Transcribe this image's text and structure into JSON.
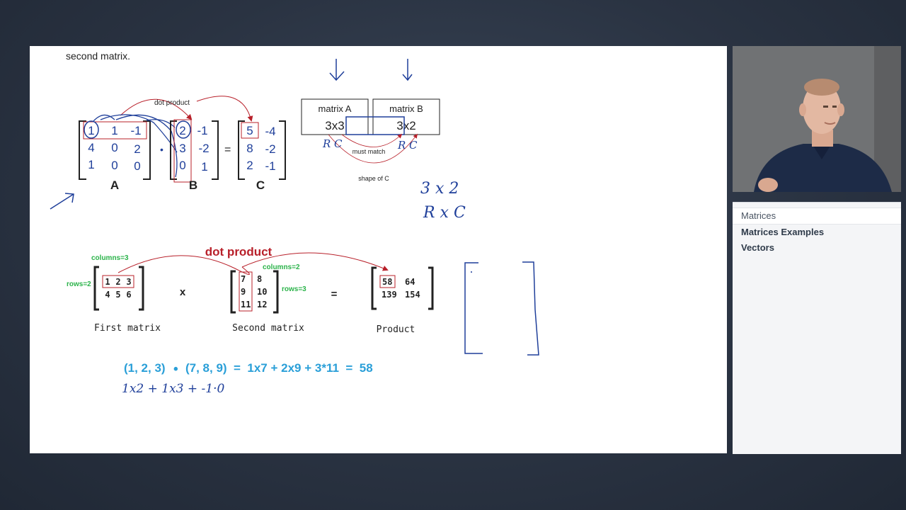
{
  "board": {
    "intro_text": "second matrix.",
    "top": {
      "dot_product_label": "dot product",
      "matrix_a": [
        [
          "1",
          "1",
          "-1"
        ],
        [
          "4",
          "0",
          "2"
        ],
        [
          "1",
          "0",
          "0"
        ]
      ],
      "matrix_b": [
        [
          "2",
          "-1"
        ],
        [
          "3",
          "-2"
        ],
        [
          "0",
          "1"
        ]
      ],
      "matrix_c": [
        [
          "5",
          "-4"
        ],
        [
          "8",
          "-2"
        ],
        [
          "2",
          "-1"
        ]
      ],
      "dot_symbol": "•",
      "equals": "=",
      "label_a": "A",
      "label_b": "B",
      "label_c": "C",
      "box_a_title": "matrix A",
      "box_a_shape": "3x3",
      "box_b_title": "matrix B",
      "box_b_shape": "3x2",
      "must_match": "must match",
      "shape_of_c": "shape of C",
      "rc_left": "R C",
      "rc_right": "R C",
      "hand_dims": "3 x 2",
      "hand_rc": "R x C"
    },
    "bottom": {
      "dot_product_title": "dot product",
      "columns_first": "columns=3",
      "rows_first": "rows=2",
      "columns_second": "columns=2",
      "rows_second": "rows=3",
      "first_rows": [
        [
          "1",
          "2",
          "3"
        ],
        [
          "4",
          "5",
          "6"
        ]
      ],
      "second_rows": [
        [
          "7",
          "8"
        ],
        [
          "9",
          "10"
        ],
        [
          "11",
          "12"
        ]
      ],
      "product_rows": [
        [
          "58",
          "64"
        ],
        [
          "139",
          "154"
        ]
      ],
      "times": "x",
      "equals": "=",
      "first_label": "First matrix",
      "second_label": "Second matrix",
      "product_label": "Product",
      "formula_left": "(1, 2, 3)",
      "formula_dot": "•",
      "formula_right": "(7, 8, 9)  =  1x7 + 2x9 + 3*11  =  58",
      "hand_formula": "1x2 + 1x3 + -1·0"
    }
  },
  "sidebar": {
    "items": [
      {
        "label": "Matrices"
      },
      {
        "label": "Matrices Examples"
      },
      {
        "label": "Vectors"
      }
    ]
  },
  "colors": {
    "ink_blue": "#1f3f9a",
    "red": "#b8202a",
    "green": "#2bb34a",
    "formula_blue": "#2a9fd8"
  }
}
